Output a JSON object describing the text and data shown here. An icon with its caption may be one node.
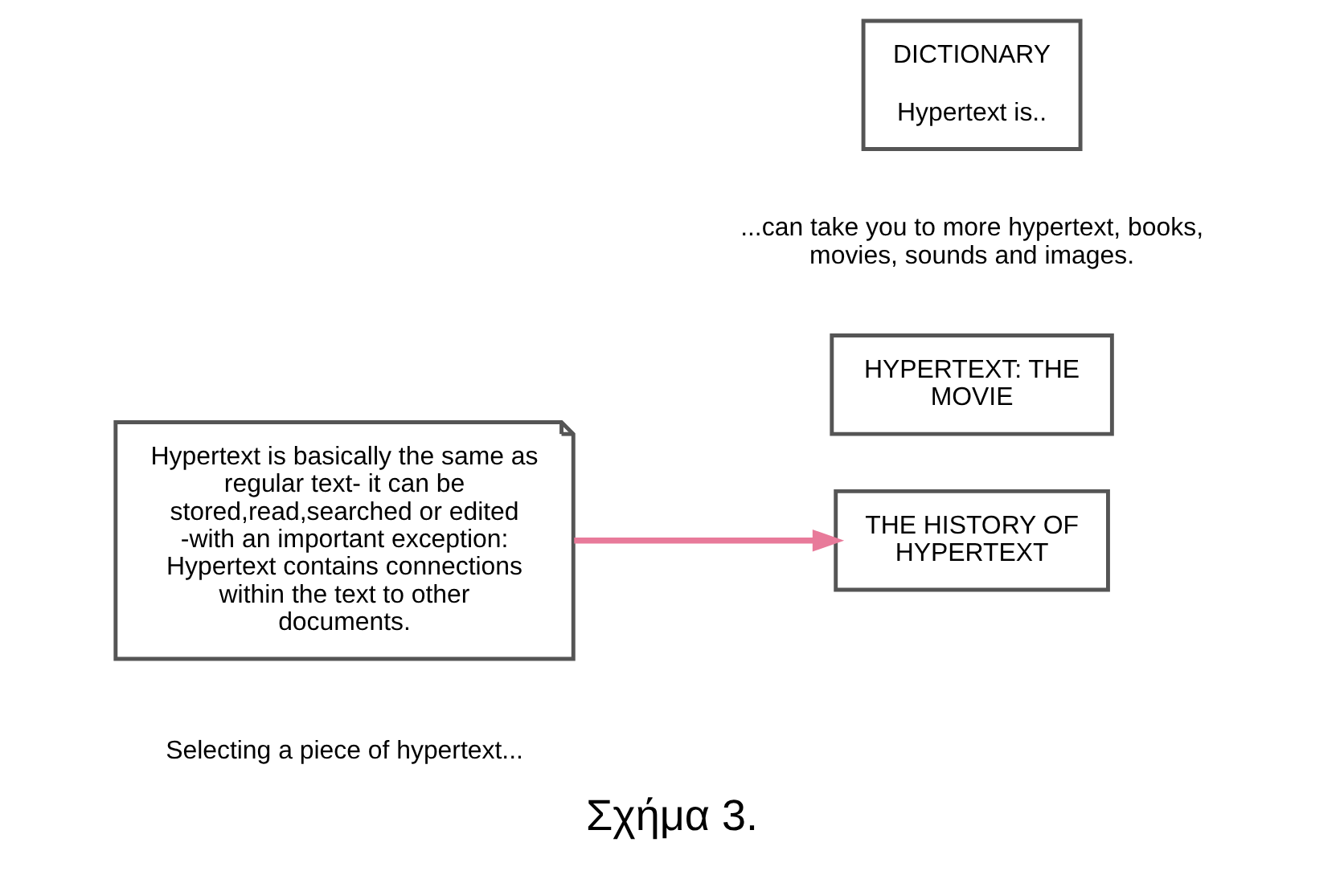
{
  "diagram": {
    "caption": "Σχήμα 3.",
    "nodes": [
      {
        "text": [
          "Hypertext is basically the same as regular text- it can be stored,read,searched or edited -with an important exception: Hypertext contains connections within the text to other documents."
        ],
        "beside": [
          "Selecting a piece of hypertext..."
        ]
      },
      {
        "text": [
          "THE HISTORY OF HYPERTEXT"
        ]
      },
      {
        "text": [
          "HYPERTEXT: THE MOVIE"
        ]
      },
      {
        "text": [
          "DICTIONARY",
          "Hypertext is.."
        ]
      }
    ],
    "edges": [
      {
        "from": 0,
        "to": 1,
        "arrow": "to"
      }
    ],
    "labels": [
      "...can take you to more hypertext, books, movies, sounds and images."
    ]
  }
}
